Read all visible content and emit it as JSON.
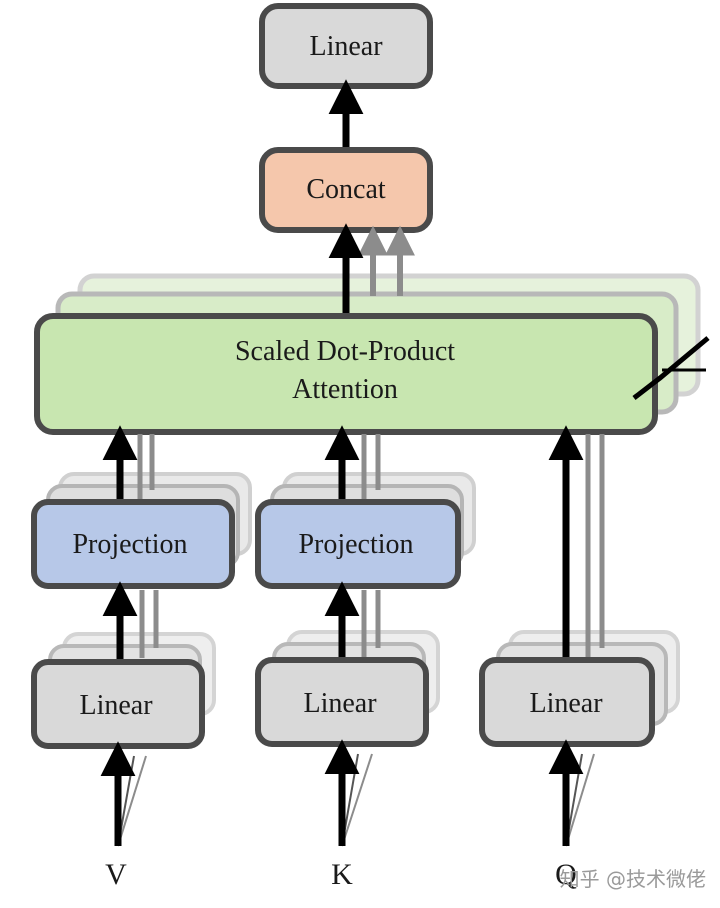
{
  "diagram": {
    "output_linear": "Linear",
    "concat": "Concat",
    "attention_line1": "Scaled Dot-Product",
    "attention_line2": "Attention",
    "projection_v": "Projection",
    "projection_k": "Projection",
    "linear_v": "Linear",
    "linear_k": "Linear",
    "linear_q": "Linear",
    "input_v": "V",
    "input_k": "K",
    "input_q": "Q"
  },
  "watermark": "知乎 @技术微佬",
  "colors": {
    "linear_fill": "#d9d9d9",
    "concat_fill": "#f5c7ac",
    "attention_fill": "#c8e6b0",
    "projection_fill": "#b7c8e8",
    "border": "#4a4a4a",
    "arrow": "#000000",
    "arrow_back": "#8c8c8c"
  }
}
